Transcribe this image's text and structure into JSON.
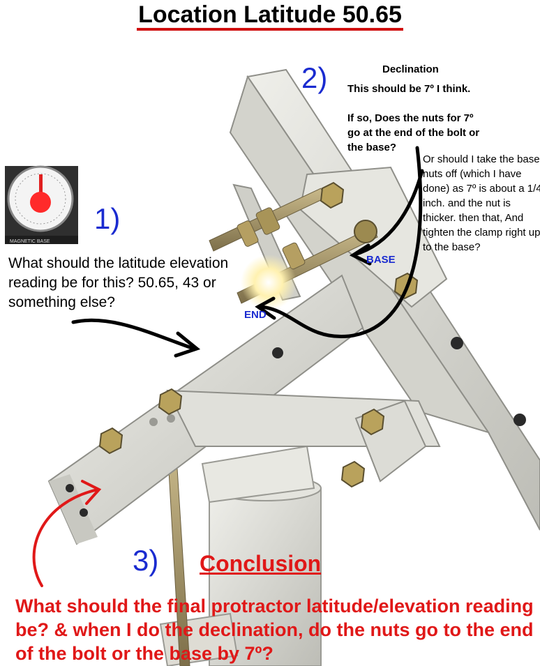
{
  "title": "Location Latitude 50.65",
  "markers": {
    "one": "1)",
    "two": "2)",
    "three": "3)"
  },
  "question1": "What should the latitude elevation reading be for this? 50.65, 43 or something else?",
  "declination": {
    "heading": "Declination",
    "line1": "This should be 7º I think.",
    "line2": "If so, Does the nuts for 7º",
    "line3": "go at the end of the bolt or",
    "line4": "the base?"
  },
  "side_note": "Or should I take the base nuts off (which I have done) as 7º is about a 1/4 inch. and the nut is thicker. then that, And tighten the clamp right up to the base?",
  "labels": {
    "base": "BASE",
    "end": "END"
  },
  "gauge": {
    "brand": "MAGNETIC BASE"
  },
  "conclusion": {
    "heading": "Conclusion",
    "text": "What should the final protractor latitude/elevation reading be? & when I do the declination, do the nuts go to the end of the bolt or the base by 7º?"
  },
  "colors": {
    "title_underline": "#d01010",
    "marker_blue": "#1a2bd0",
    "conclusion_red": "#e01818",
    "metal": "#dcdcd6"
  }
}
